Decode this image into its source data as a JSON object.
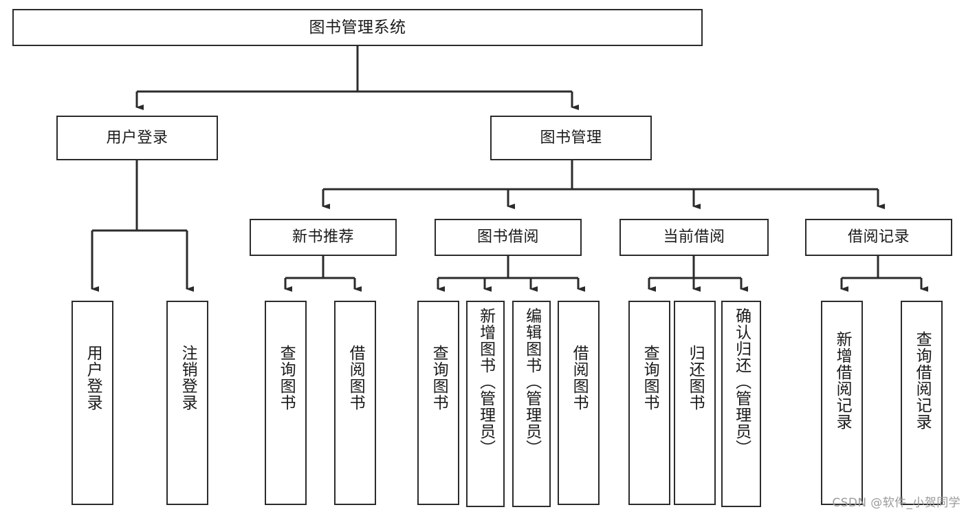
{
  "diagram": {
    "type": "tree",
    "title": "图书管理系统",
    "root": {
      "label": "图书管理系统"
    },
    "level2": [
      {
        "label": "用户登录"
      },
      {
        "label": "图书管理"
      }
    ],
    "level3": [
      {
        "label": "新书推荐"
      },
      {
        "label": "图书借阅"
      },
      {
        "label": "当前借阅"
      },
      {
        "label": "借阅记录"
      }
    ],
    "leaves": {
      "user_login": [
        {
          "label": "用户登录"
        },
        {
          "label": "注销登录"
        }
      ],
      "new_book_recommend": [
        {
          "label": "查询图书"
        },
        {
          "label": "借阅图书"
        }
      ],
      "book_borrow": [
        {
          "label": "查询图书"
        },
        {
          "label": "新增图书（管理员）"
        },
        {
          "label": "编辑图书（管理员）"
        },
        {
          "label": "借阅图书"
        }
      ],
      "current_borrow": [
        {
          "label": "查询图书"
        },
        {
          "label": "归还图书"
        },
        {
          "label": "确认归还（管理员）"
        }
      ],
      "borrow_record": [
        {
          "label": "新增借阅记录"
        },
        {
          "label": "查询借阅记录"
        }
      ]
    },
    "watermark": "CSDN @软件_小贺同学",
    "colors": {
      "stroke": "#2b2b2b",
      "fill": "#ffffff",
      "text": "#1a1a1a",
      "watermark": "#9a9a9a"
    }
  }
}
